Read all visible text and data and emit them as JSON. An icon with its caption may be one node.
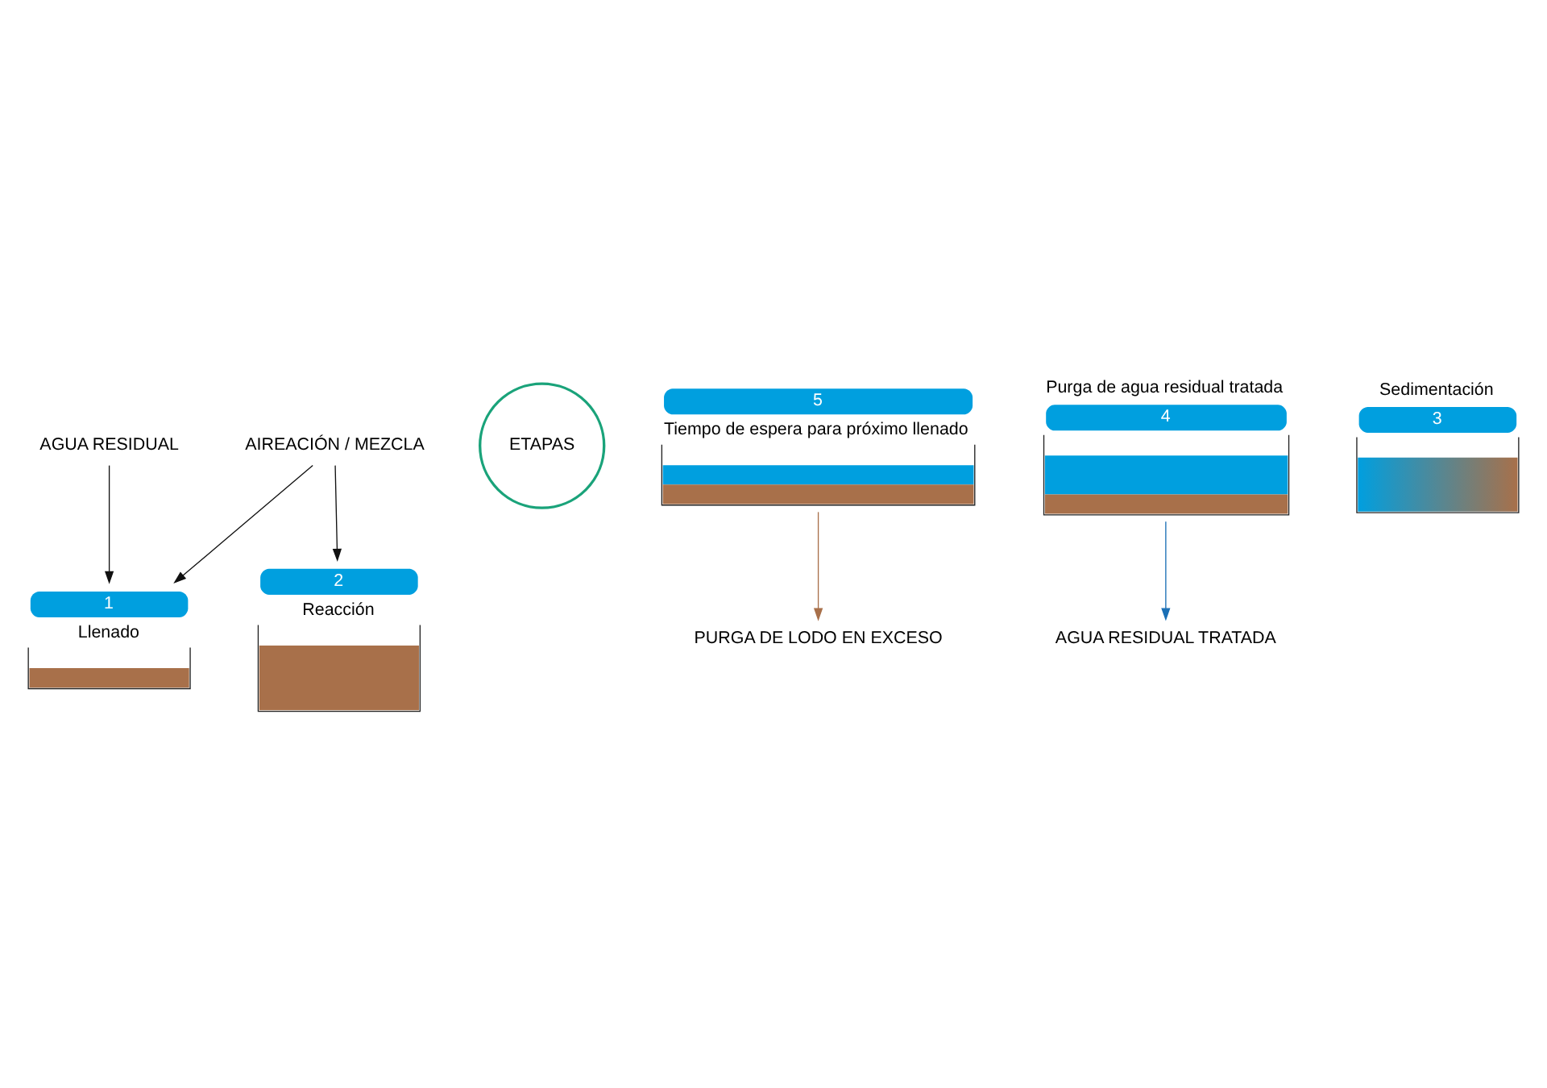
{
  "diagram": {
    "nodes": [
      {
        "text": [
          "AGUA RESIDUAL"
        ]
      },
      {
        "text": [
          "1",
          "Llenado"
        ]
      },
      {
        "text": [
          "2",
          "Reacción"
        ]
      },
      {
        "text": [
          "AIREACIÓN / MEZCLA"
        ]
      },
      {
        "text": [
          "ETAPAS"
        ]
      },
      {
        "text": [
          "5",
          "Tiempo de espera para próximo llenado"
        ]
      },
      {
        "text": [
          "PURGA DE LODO EN EXCESO"
        ]
      },
      {
        "text": [
          "Purga de agua residual tratada",
          "4"
        ]
      },
      {
        "text": [
          "Sedimentación",
          "3"
        ]
      },
      {
        "text": [
          "AGUA RESIDUAL TRATADA"
        ]
      }
    ],
    "edges": [
      {
        "from": 0,
        "to": 1,
        "arrow": "to"
      },
      {
        "from": 3,
        "to": 1,
        "arrow": "to"
      },
      {
        "from": 3,
        "to": 2,
        "arrow": "to"
      },
      {
        "from": 5,
        "to": 6,
        "arrow": "to",
        "color": "#a8704a"
      },
      {
        "from": 7,
        "to": 9,
        "arrow": "to",
        "color": "#1a6fb5"
      }
    ]
  }
}
